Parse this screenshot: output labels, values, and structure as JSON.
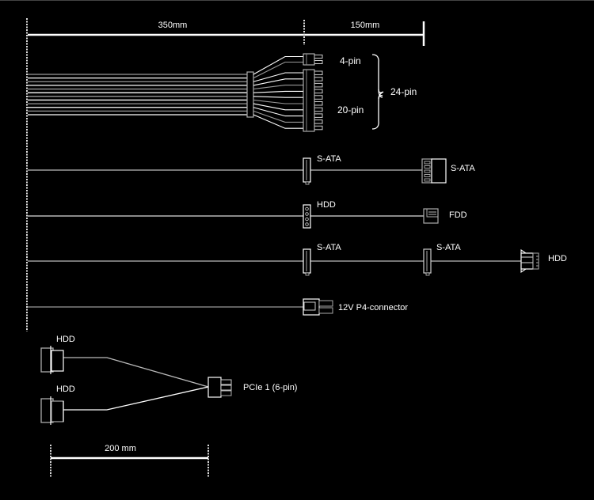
{
  "diagram": {
    "title": "PSU cable layout",
    "dimensions": {
      "main_length": "350mm",
      "extension_length": "150mm",
      "scale_bar": "200 mm"
    },
    "atx": {
      "top_label": "4-pin",
      "bottom_label": "20-pin",
      "group_label": "24-pin"
    },
    "cables": [
      {
        "first_label": "S-ATA",
        "second_label": "S-ATA"
      },
      {
        "first_label": "HDD",
        "second_label": "FDD"
      },
      {
        "first_label": "S-ATA",
        "second_label": "S-ATA",
        "third_label": "HDD"
      },
      {
        "first_label": "12V P4-connector"
      }
    ],
    "pcie_adapter": {
      "input_top_label": "HDD",
      "input_bottom_label": "HDD",
      "output_label": "PCIe 1 (6-pin)"
    }
  }
}
